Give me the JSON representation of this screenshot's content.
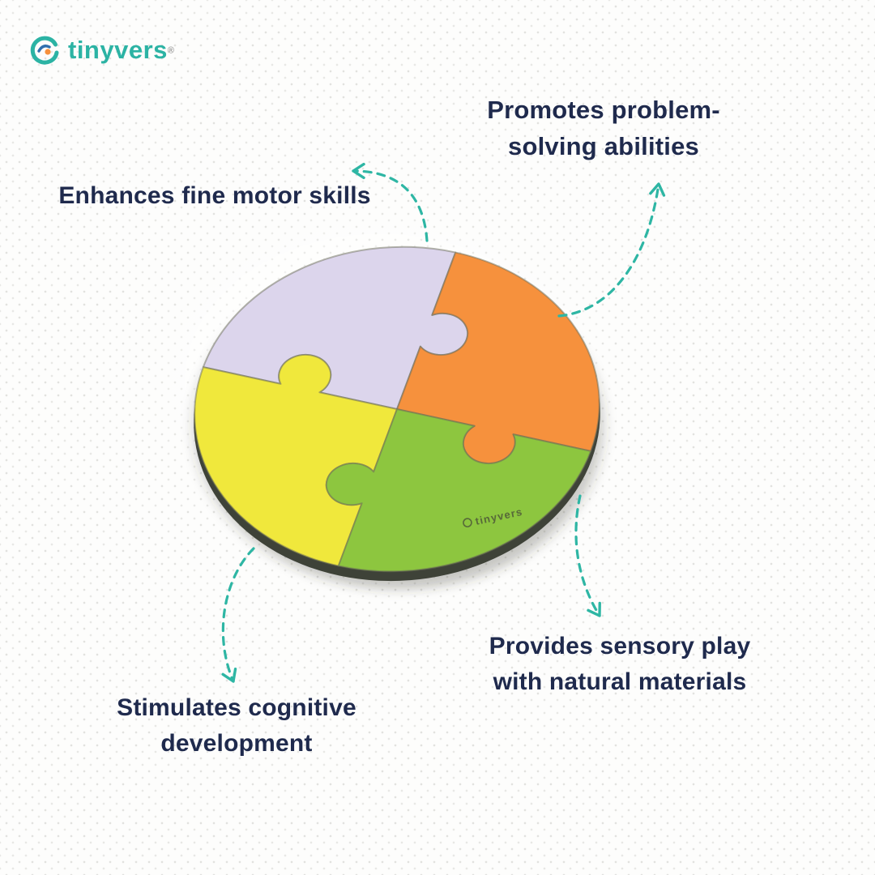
{
  "brand": {
    "logo_text": "tinyvers",
    "registered_mark": "®"
  },
  "puzzle": {
    "imprint": "tinyvers",
    "pieces": [
      {
        "name": "top-left-lavender",
        "color": "#DCD5EC"
      },
      {
        "name": "top-right-orange",
        "color": "#F6913D"
      },
      {
        "name": "bottom-left-yellow",
        "color": "#F0E83C"
      },
      {
        "name": "bottom-right-green",
        "color": "#8DC63F"
      }
    ]
  },
  "callouts": [
    {
      "id": "fine-motor",
      "lines": [
        "Enhances fine motor skills"
      ]
    },
    {
      "id": "problem-solving",
      "lines": [
        "Promotes problem-",
        "solving abilities"
      ]
    },
    {
      "id": "sensory-play",
      "lines": [
        "Provides sensory play",
        "with natural materials"
      ]
    },
    {
      "id": "cognitive",
      "lines": [
        "Stimulates cognitive",
        "development"
      ]
    }
  ],
  "colors": {
    "accent": "#2EB6A4",
    "text": "#1F2A4D",
    "brand": "#2CB3A4",
    "puzzle-edge": "#3E4238"
  }
}
